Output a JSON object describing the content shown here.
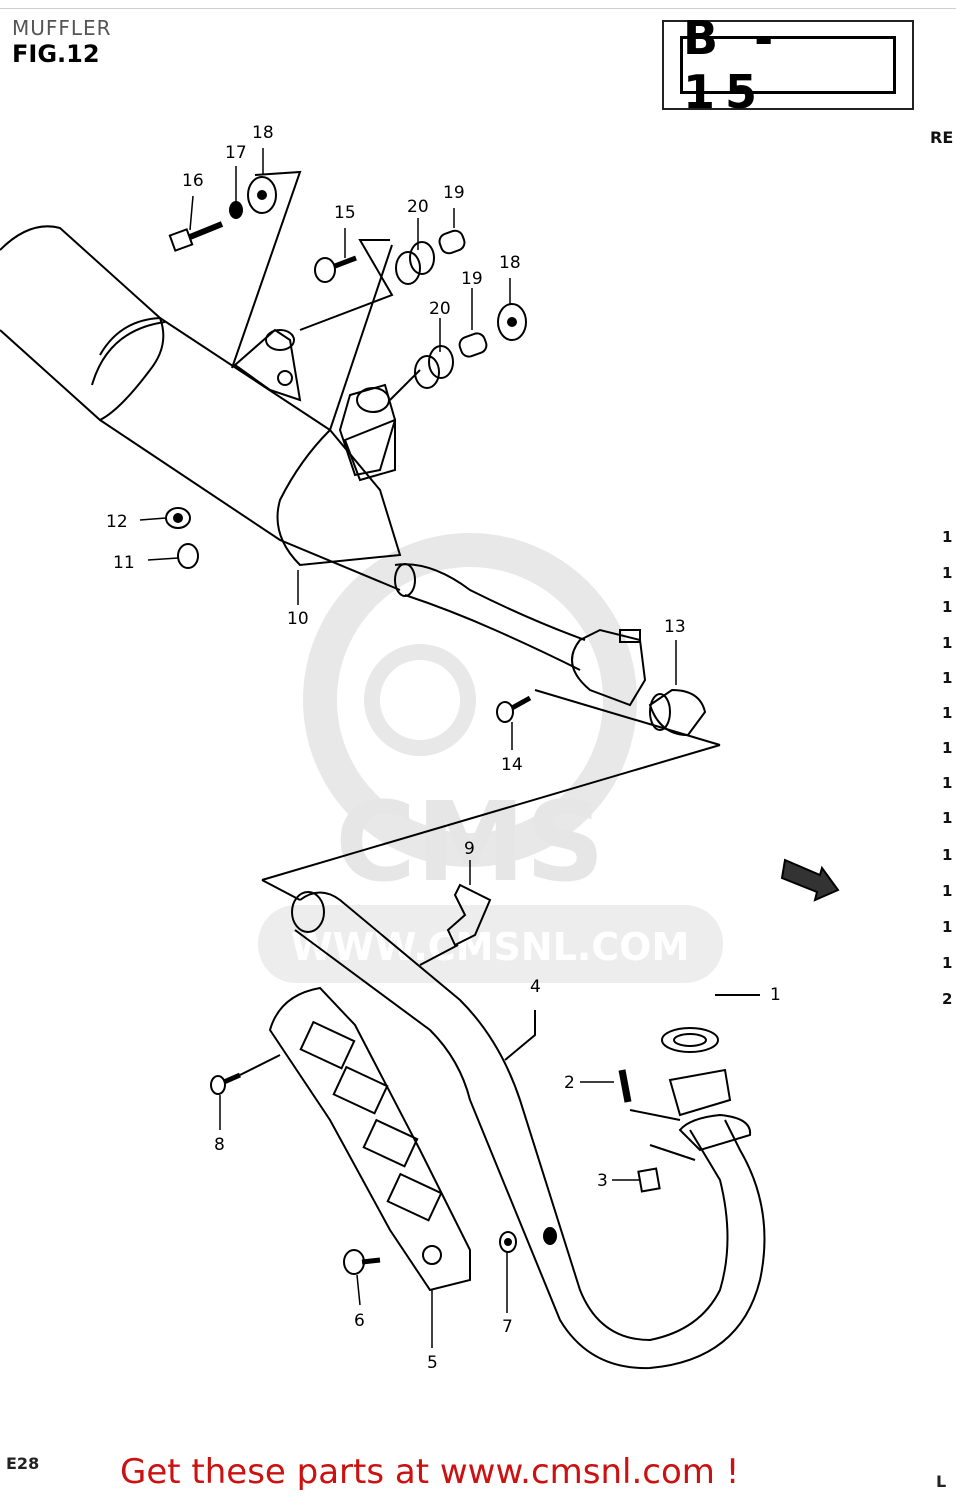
{
  "header": {
    "section_title": "MUFFLER",
    "figure_label": "FIG.12",
    "page_code": "B - 15",
    "right_cut_label": "RE"
  },
  "watermark": {
    "brand": "CMS",
    "url": "WWW.CMSNL.COM"
  },
  "callouts": [
    {
      "id": "1",
      "label": "1"
    },
    {
      "id": "2",
      "label": "2"
    },
    {
      "id": "3",
      "label": "3"
    },
    {
      "id": "4",
      "label": "4"
    },
    {
      "id": "5",
      "label": "5"
    },
    {
      "id": "6",
      "label": "6"
    },
    {
      "id": "7",
      "label": "7"
    },
    {
      "id": "8",
      "label": "8"
    },
    {
      "id": "9",
      "label": "9"
    },
    {
      "id": "10",
      "label": "10"
    },
    {
      "id": "11",
      "label": "11"
    },
    {
      "id": "12",
      "label": "12"
    },
    {
      "id": "13",
      "label": "13"
    },
    {
      "id": "14",
      "label": "14"
    },
    {
      "id": "15",
      "label": "15"
    },
    {
      "id": "16",
      "label": "16"
    },
    {
      "id": "17",
      "label": "17"
    },
    {
      "id": "18a",
      "label": "18"
    },
    {
      "id": "18b",
      "label": "18"
    },
    {
      "id": "19a",
      "label": "19"
    },
    {
      "id": "19b",
      "label": "19"
    },
    {
      "id": "20a",
      "label": "20"
    },
    {
      "id": "20b",
      "label": "20"
    }
  ],
  "margin_marks": [
    "1",
    "1",
    "1",
    "1",
    "1",
    "1",
    "1",
    "1",
    "1",
    "1",
    "1",
    "1",
    "1",
    "2"
  ],
  "footer": {
    "left_code": "E28",
    "right_code": "L",
    "promo": "Get these parts at www.cmsnl.com !"
  }
}
